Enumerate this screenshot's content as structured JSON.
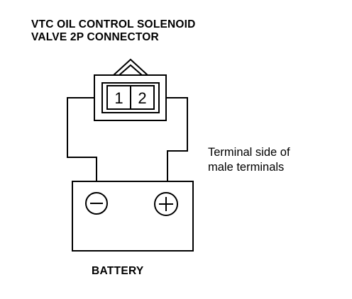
{
  "title": {
    "line1": "VTC OIL CONTROL SOLENOID",
    "line2": "VALVE 2P CONNECTOR"
  },
  "connector": {
    "pins": [
      "1",
      "2"
    ]
  },
  "note": {
    "line1": "Terminal side of",
    "line2": "male terminals"
  },
  "battery": {
    "label": "BATTERY",
    "negative_symbol": "−",
    "positive_symbol": "+"
  },
  "colors": {
    "ink": "#000000",
    "background": "#ffffff"
  }
}
